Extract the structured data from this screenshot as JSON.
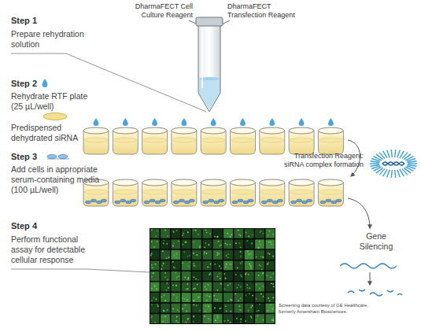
{
  "diagram": {
    "nodes": [
      {
        "text": [
          "DharmaFECT Cell Culture Reagent",
          "DharmaFECT Transfection Reagent"
        ]
      },
      {
        "text": [
          "Transfection Reagent: siRNA complex formation"
        ]
      }
    ],
    "labels": [
      "Step 1",
      "Prepare rehydration solution",
      "Step 2",
      "Rehydrate RTF plate (25 µL/well)",
      "Predispensed dehydrated siRNA",
      "Step 3",
      "Add cells in appropriate serum-containing media (100 µL/well)",
      "Gene Silencing",
      "Step 4",
      "Perform functional assay for detectable cellular response",
      "Screening data courtesy of GE Healthcare, formerly Amersham Biosciences."
    ]
  }
}
